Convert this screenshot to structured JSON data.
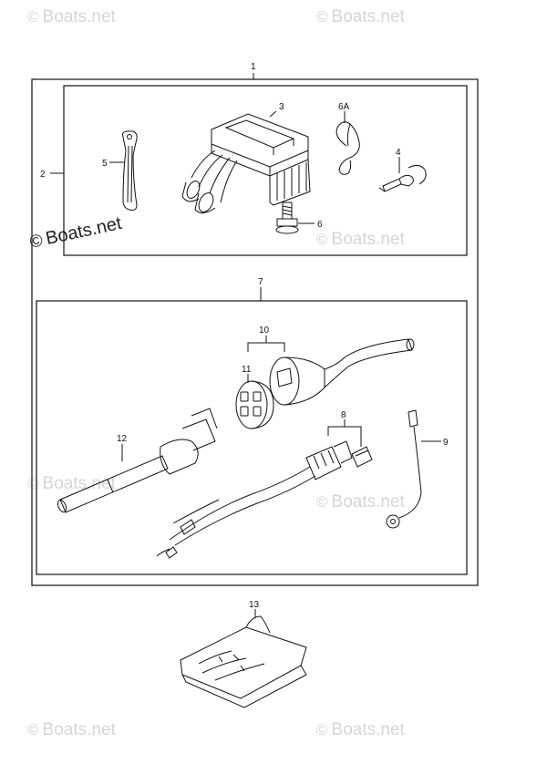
{
  "watermark": {
    "symbol": "©",
    "text": "Boats.net"
  },
  "callouts": {
    "c1": "1",
    "c2": "2",
    "c3": "3",
    "c4": "4",
    "c5": "5",
    "c6": "6",
    "c6a": "6A",
    "c7": "7",
    "c8": "8",
    "c9": "9",
    "c10": "10",
    "c11": "11",
    "c12": "12",
    "c13": "13"
  }
}
